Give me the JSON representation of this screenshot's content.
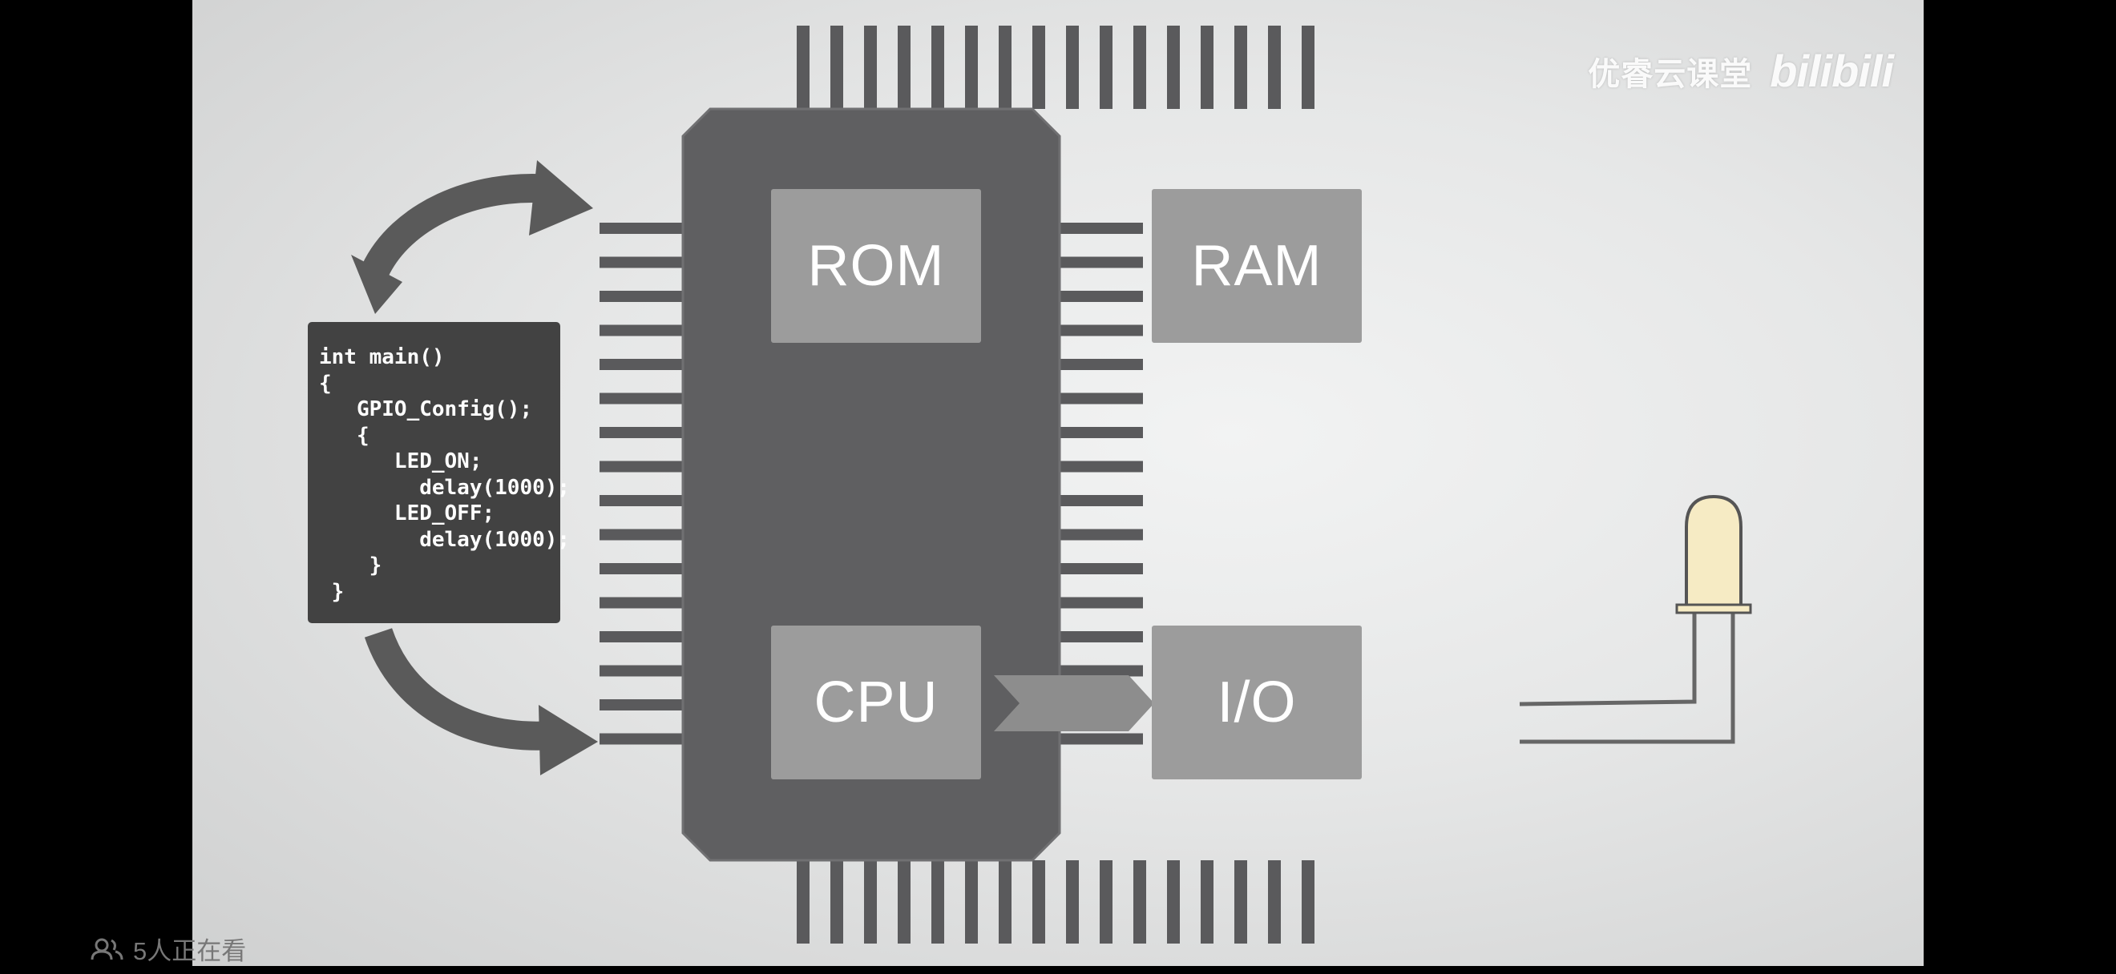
{
  "video": {
    "blocks": {
      "rom": "ROM",
      "ram": "RAM",
      "cpu": "CPU",
      "io": "I/O"
    },
    "code": {
      "lines": [
        "int main()",
        "{",
        "   GPIO_Config();",
        "   {",
        "      LED_ON;",
        "        delay(1000);",
        "      LED_OFF;",
        "        delay(1000);",
        "    }",
        " }"
      ]
    },
    "watermark": {
      "text": "优睿云课堂",
      "logo": "bilibili"
    }
  },
  "overlay": {
    "viewers": "5人正在看",
    "viewers_icon": "people-icon"
  },
  "colors": {
    "chip": "#5f5f61",
    "block": "#9c9c9c",
    "led": "#f6ebc4",
    "code_bg": "#424242"
  }
}
